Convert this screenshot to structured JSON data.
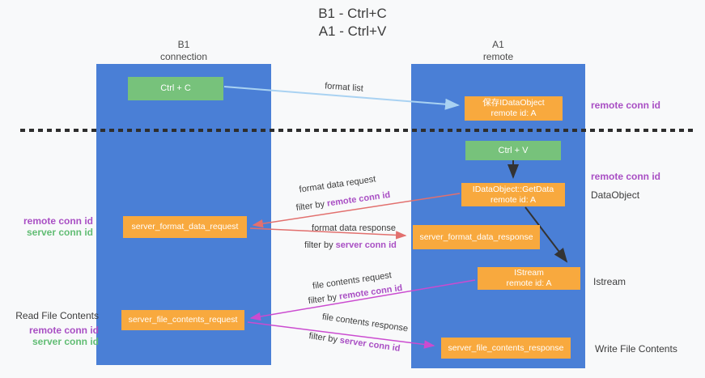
{
  "title": {
    "line1": "B1 - Ctrl+C",
    "line2": "A1 - Ctrl+V"
  },
  "columns": {
    "left": {
      "header_line1": "B1",
      "header_line2": "connection"
    },
    "right": {
      "header_line1": "A1",
      "header_line2": "remote"
    }
  },
  "boxes": {
    "ctrl_c": {
      "label": "Ctrl + C"
    },
    "save_dataobject": {
      "line1": "保存IDataObject",
      "line2": "remote id: A"
    },
    "ctrl_v": {
      "label": "Ctrl + V"
    },
    "getdata": {
      "line1": "IDataObject::GetData",
      "line2": "remote id: A"
    },
    "format_request": {
      "label": "server_format_data_request"
    },
    "format_response": {
      "label": "server_format_data_response"
    },
    "istream": {
      "line1": "IStream",
      "line2": "remote id: A"
    },
    "file_request": {
      "label": "server_file_contents_request"
    },
    "file_response": {
      "label": "server_file_contents_response"
    }
  },
  "arrow_labels": {
    "format_list": "format list",
    "format_data_request": "format data request",
    "format_data_response": "format data response",
    "file_contents_request": "file contents request",
    "file_contents_response": "file contents response",
    "filter_request_fmt": {
      "prefix": "filter by ",
      "key": "remote conn id"
    },
    "filter_response_fmt": {
      "prefix": "filter by ",
      "key": "server conn id"
    },
    "filter_request_file": {
      "prefix": "filter by ",
      "key": "remote conn id"
    },
    "filter_response_file": {
      "prefix": "filter by ",
      "key": "server conn id"
    }
  },
  "side_labels": {
    "right_remote_conn_top": "remote conn id",
    "right_remote_conn_mid": "remote conn id",
    "dataobject": "DataObject",
    "istream": "Istream",
    "write_file_contents": "Write File Contents",
    "left_remote_conn_mid": "remote conn id",
    "left_server_conn_mid": "server conn id",
    "read_file_contents": "Read File Contents",
    "left_remote_conn_bottom": "remote conn id",
    "left_server_conn_bottom": "server conn id"
  },
  "colors": {
    "background": "#f8f9fa",
    "lifeline_blue": "#4a7fd6",
    "box_green": "#77c27b",
    "box_orange": "#f8a93e",
    "arrow_light_blue": "#a9d2f2",
    "arrow_black": "#333333",
    "arrow_red": "#e2706e",
    "arrow_magenta": "#cb4bd0",
    "text_purple": "#a94fc4",
    "text_green": "#62bd74",
    "text_dark": "#3c3c3c",
    "divider_dark": "#2e2e2e"
  }
}
